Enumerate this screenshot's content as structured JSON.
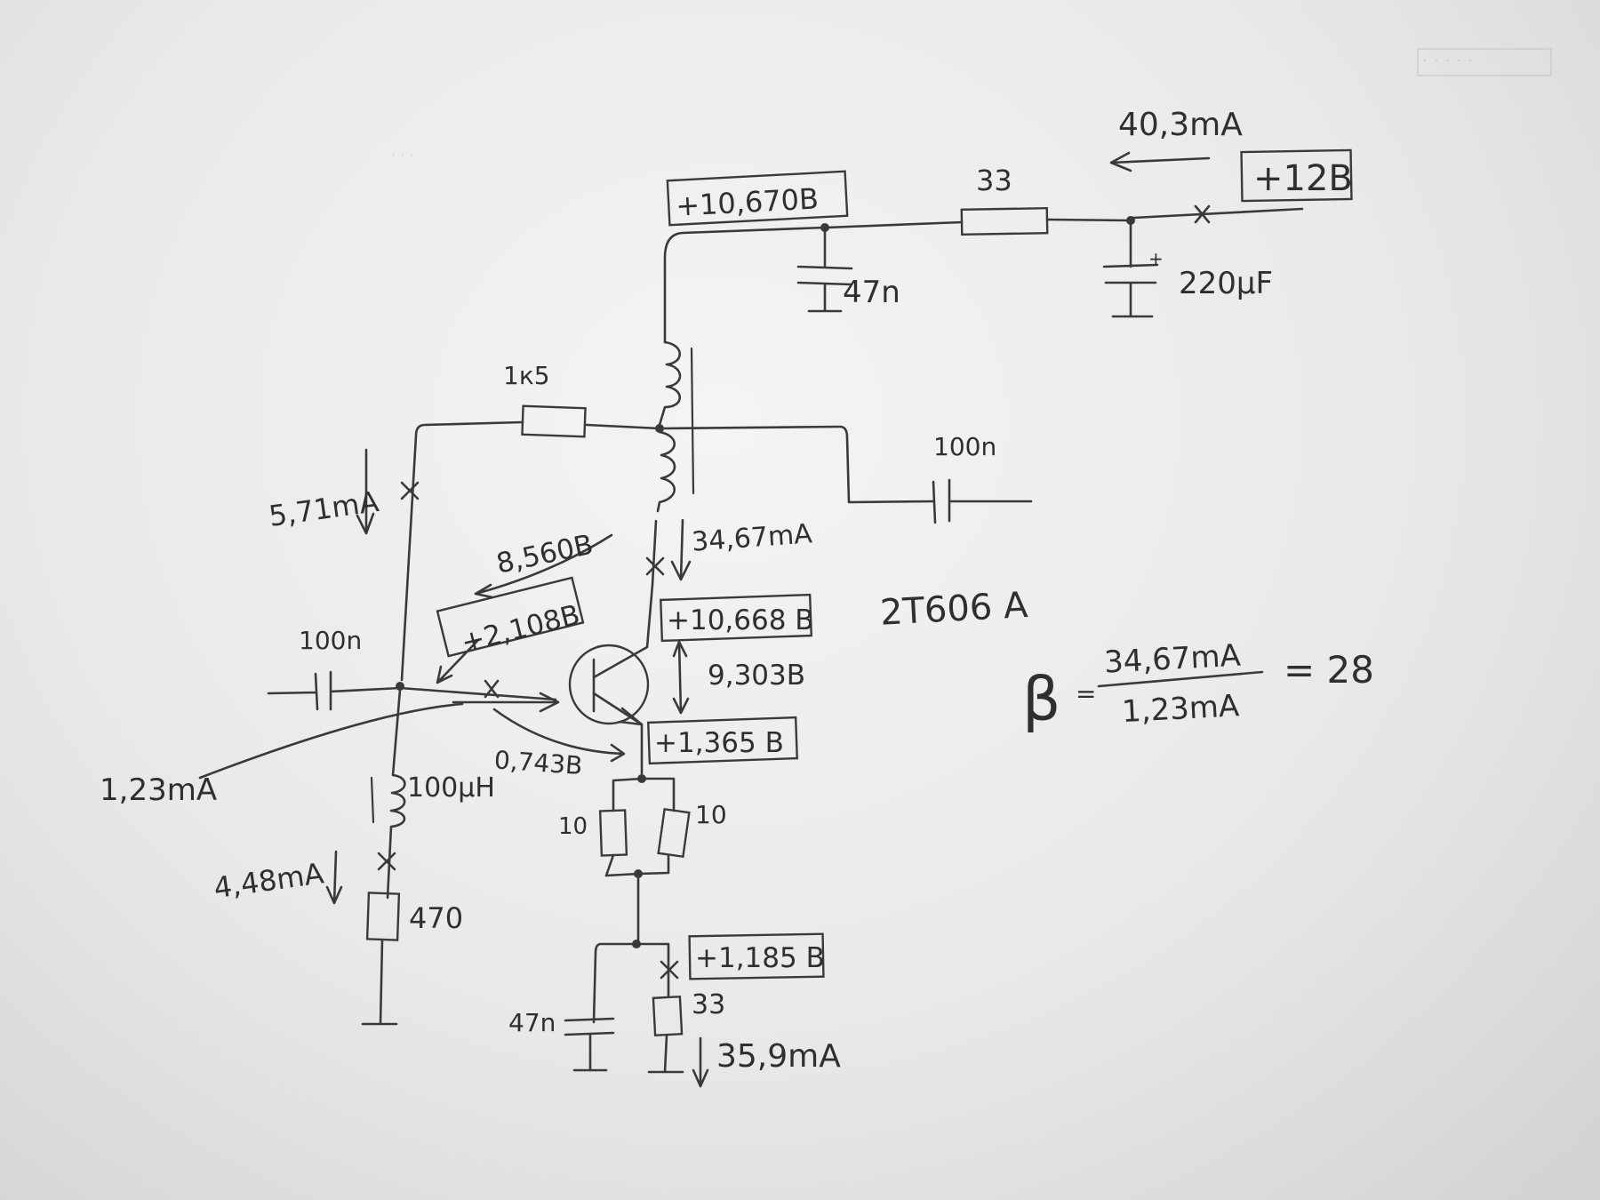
{
  "supply": {
    "label": "+12В",
    "current": "40,3mA"
  },
  "rail": {
    "node_voltage": "+10,670В",
    "cap_small": "47n",
    "resistor": "33",
    "cap_electrolytic": "220μF",
    "polarity": "+"
  },
  "feedback": {
    "resistor": "1к5",
    "current": "5,71mA"
  },
  "output": {
    "cap": "100n"
  },
  "collector": {
    "current": "34,67mA",
    "voltage": "+10,668 В"
  },
  "base": {
    "voltage": "+2,108В",
    "cap_in": "100n",
    "current": "1,23mA",
    "vcb": "8,560В",
    "vbe": "0,743В"
  },
  "emitter": {
    "voltage": "+1,365 В",
    "vce": "9,303В",
    "res_left": "10",
    "res_right": "10"
  },
  "bottom": {
    "voltage": "+1,185 В",
    "cap": "47n",
    "resistor": "33",
    "current": "35,9mA"
  },
  "bias": {
    "inductor": "100μH",
    "current": "4,48mA",
    "resistor": "470"
  },
  "transistor": {
    "part": "2T606 A"
  },
  "formula": {
    "symbol": "β",
    "equals": "=",
    "numerator": "34,67mA",
    "denominator": "1,23mA",
    "result": "= 28"
  }
}
